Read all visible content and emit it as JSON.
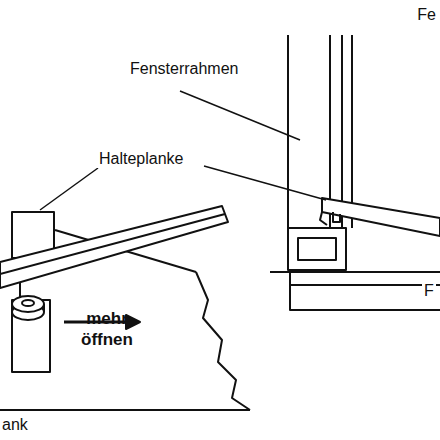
{
  "diagram": {
    "labels": [
      "Fe",
      "Fensterrahmen",
      "Halteplanke",
      "mehr öffnen",
      "F",
      "ank"
    ]
  }
}
